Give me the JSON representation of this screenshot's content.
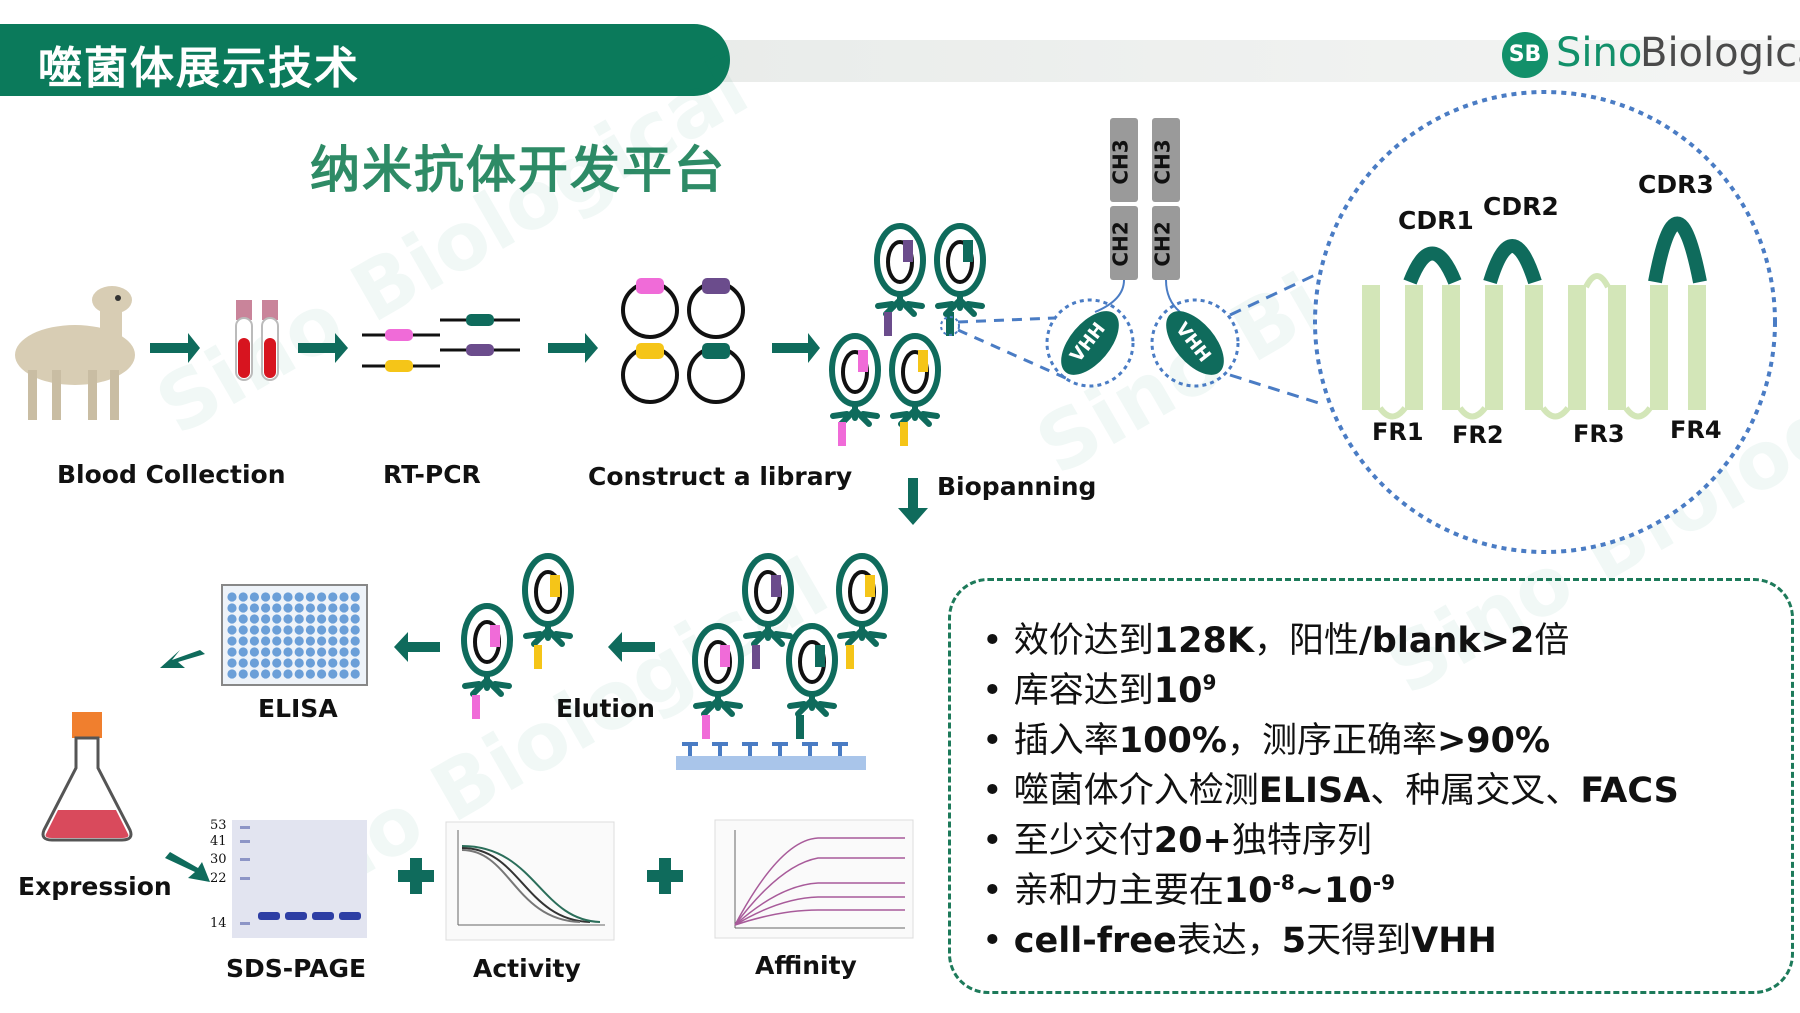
{
  "header": {
    "title": "噬菌体展示技术"
  },
  "logo": {
    "mark": "SB",
    "brand_part1": "Sino",
    "brand_part2": "Biological"
  },
  "subtitle": "纳米抗体开发平台",
  "steps": {
    "blood_collection": "Blood Collection",
    "rt_pcr": "RT-PCR",
    "construct_library": "Construct a library",
    "biopanning": "Biopanning",
    "elution": "Elution",
    "elisa": "ELISA",
    "expression": "Expression",
    "sds_page": "SDS-PAGE",
    "activity": "Activity",
    "affinity": "Affinity"
  },
  "antibody": {
    "ch3": "CH3",
    "ch2": "CH2",
    "vhh": "VHH",
    "cdr": [
      "CDR1",
      "CDR2",
      "CDR3"
    ],
    "fr": [
      "FR1",
      "FR2",
      "FR3",
      "FR4"
    ]
  },
  "gel_markers": [
    "53",
    "41",
    "30",
    "22",
    "14"
  ],
  "colors": {
    "brand_green": "#0b7a5b",
    "teal": "#0f6b5c",
    "pink": "#f06bd8",
    "yellow": "#f5c518",
    "purple": "#6b4c8c",
    "light_green": "#d3e6b8"
  },
  "bullets": [
    {
      "a": "效价达到",
      "b": "128K",
      "c": "，阳性",
      "d": "/blank>2",
      "e": "倍"
    },
    {
      "a": "库容达到",
      "b": "10",
      "sup": "9"
    },
    {
      "a": "插入率",
      "b": "100%",
      "c": "，测序正确率",
      "d": ">90%"
    },
    {
      "a": "噬菌体介入检测",
      "b": "ELISA",
      "c": "、种属交叉、",
      "d": "FACS"
    },
    {
      "a": "至少交付",
      "b": "20+",
      "c": "独特序列"
    },
    {
      "a": "亲和力主要在",
      "b": "10",
      "sup1": "-8",
      "mid": "~10",
      "sup2": "-9"
    },
    {
      "b": "cell-free",
      "a": "表达，",
      "d": "5",
      "c": "天得到",
      "e": "VHH"
    }
  ],
  "watermark": "Sino Biological"
}
